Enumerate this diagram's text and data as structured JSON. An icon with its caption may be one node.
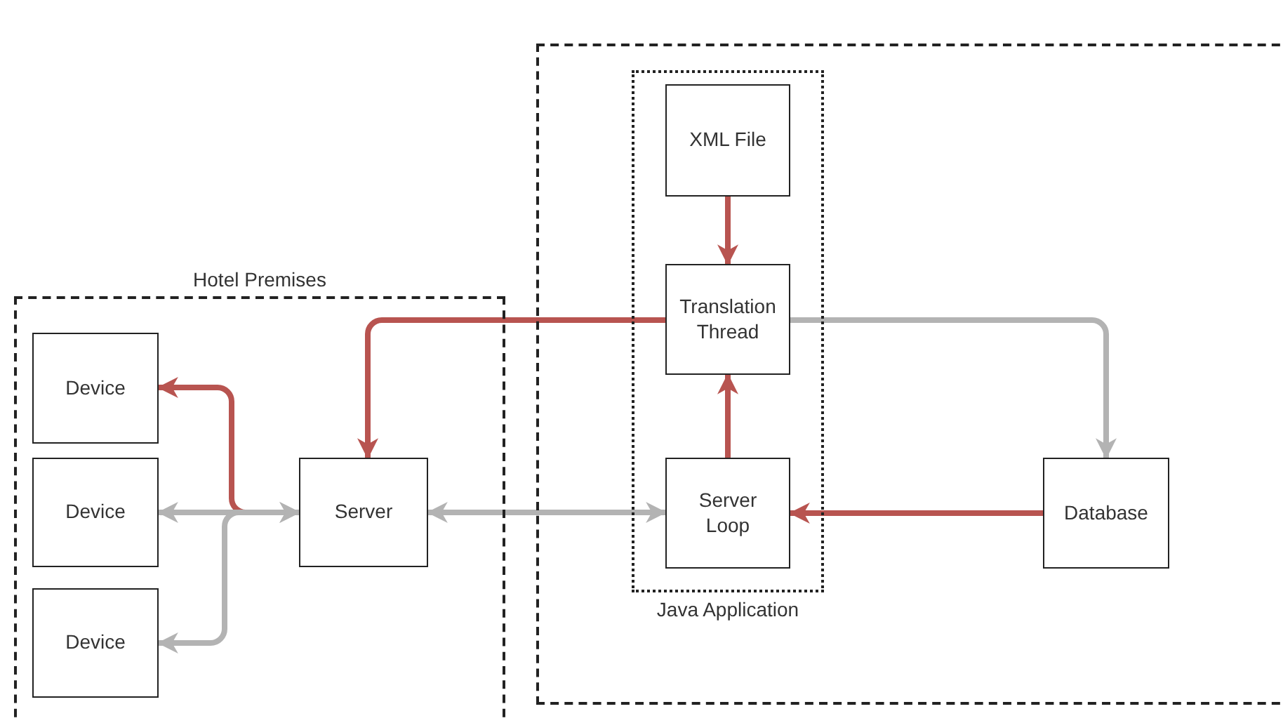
{
  "diagram": {
    "nodes": [
      {
        "text": [
          "Hotel Premises"
        ]
      },
      {
        "text": [
          "Device"
        ],
        "in": 0
      },
      {
        "text": [
          "Device"
        ],
        "in": 0
      },
      {
        "text": [
          "Device"
        ],
        "in": 0
      },
      {
        "text": [
          "Server"
        ],
        "in": 0
      },
      {
        "text": [],
        "shape": "box"
      },
      {
        "text": [
          "Java Application"
        ],
        "in": 5
      },
      {
        "text": [
          "XML File"
        ],
        "in": 6
      },
      {
        "text": [
          "Translation Thread"
        ],
        "in": 6
      },
      {
        "text": [
          "Server Loop"
        ],
        "in": 6
      },
      {
        "text": [
          "Database"
        ],
        "in": 5
      }
    ],
    "edges": [
      {
        "from": 7,
        "to": 8,
        "arrow": "to"
      },
      {
        "from": 8,
        "to": 4,
        "arrow": "to"
      },
      {
        "from": 8,
        "to": 10,
        "arrow": "to",
        "color": "#b3b3b3"
      },
      {
        "from": 4,
        "to": 1,
        "arrow": "to"
      },
      {
        "from": 2,
        "to": 4,
        "arrow": "both",
        "color": "#b3b3b3"
      },
      {
        "from": 3,
        "to": 4,
        "arrow": "both",
        "color": "#b3b3b3"
      },
      {
        "from": 4,
        "to": 9,
        "arrow": "both",
        "color": "#b3b3b3"
      },
      {
        "from": 9,
        "to": 8,
        "arrow": "to"
      },
      {
        "from": 10,
        "to": 9,
        "arrow": "to"
      }
    ]
  }
}
